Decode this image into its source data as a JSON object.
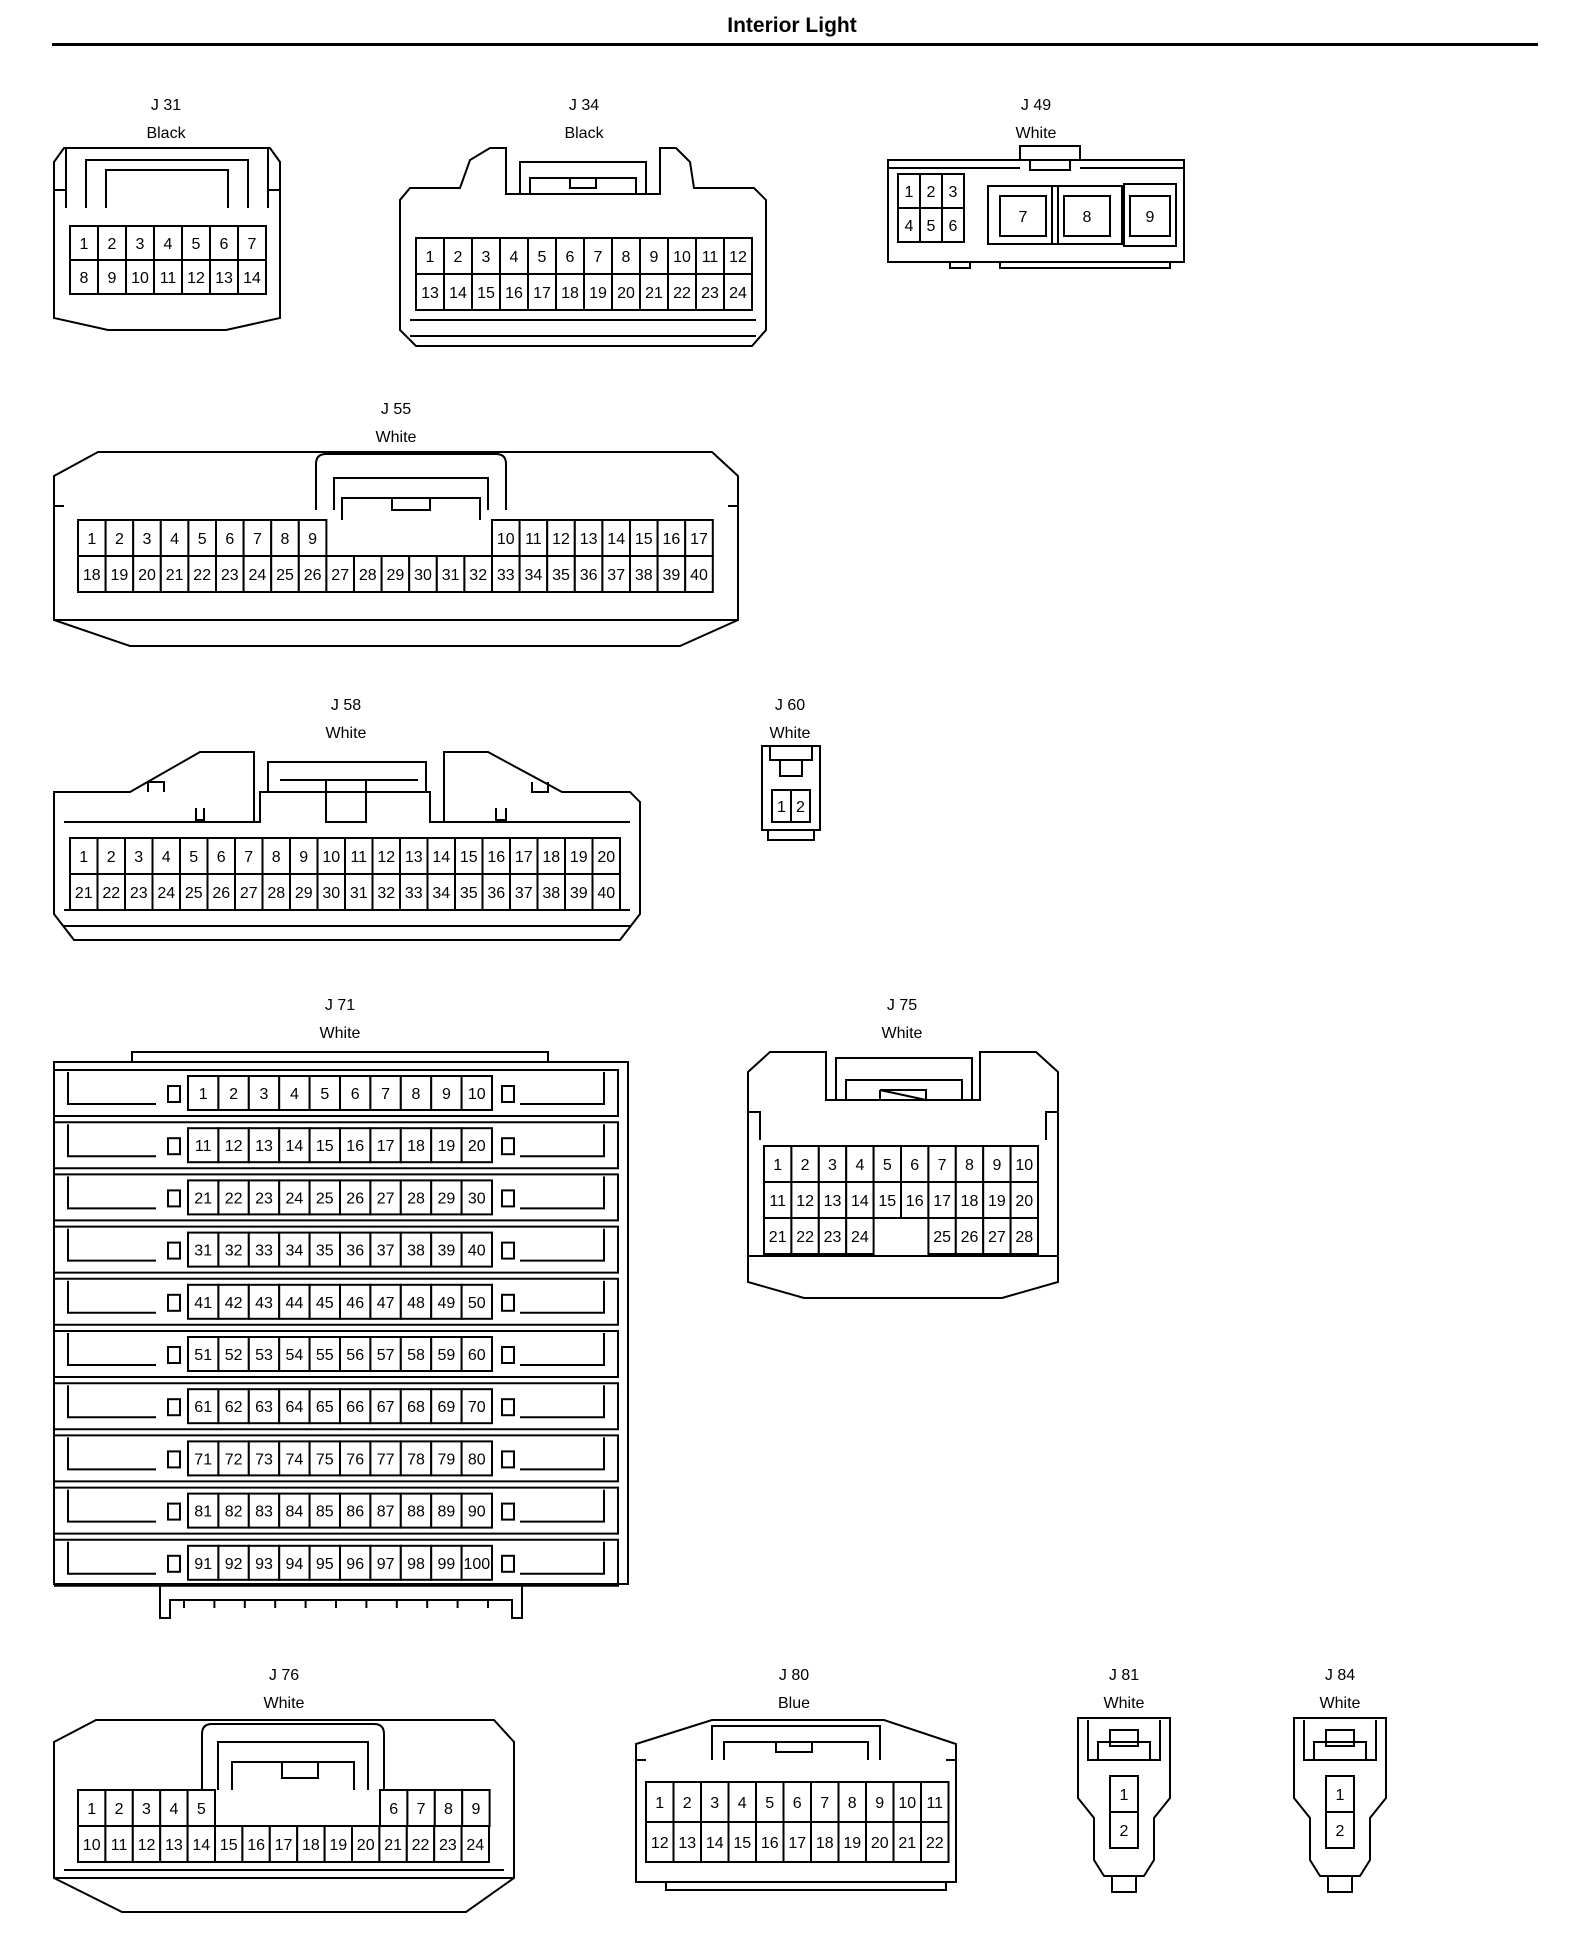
{
  "title": "Interior Light",
  "connectors": [
    {
      "id": "J 31",
      "color": "Black"
    },
    {
      "id": "J 34",
      "color": "Black"
    },
    {
      "id": "J 49",
      "color": "White"
    },
    {
      "id": "J 55",
      "color": "White"
    },
    {
      "id": "J 58",
      "color": "White"
    },
    {
      "id": "J 60",
      "color": "White"
    },
    {
      "id": "J 71",
      "color": "White"
    },
    {
      "id": "J 75",
      "color": "White"
    },
    {
      "id": "J 76",
      "color": "White"
    },
    {
      "id": "J 80",
      "color": "Blue"
    },
    {
      "id": "J 81",
      "color": "White"
    },
    {
      "id": "J 84",
      "color": "White"
    }
  ]
}
